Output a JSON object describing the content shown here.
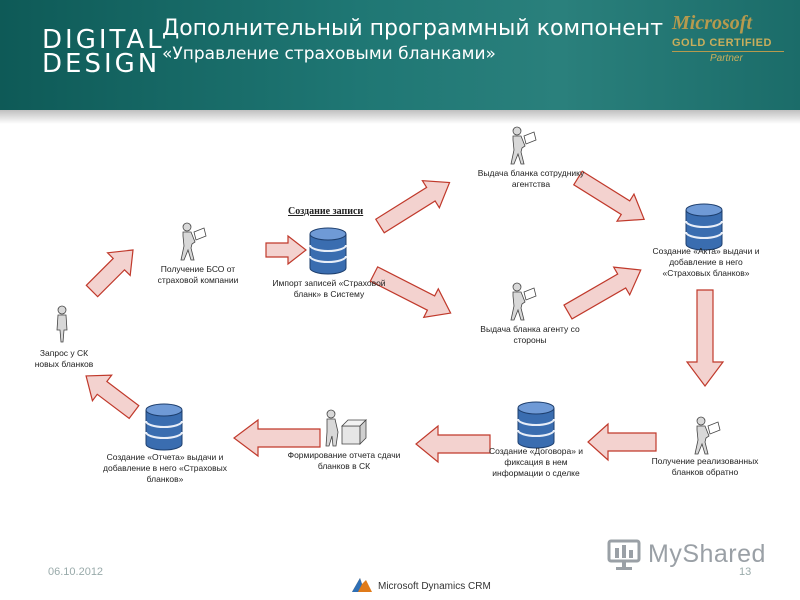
{
  "header": {
    "logo_line1": "DIGITAL",
    "logo_line2": "DESIGN",
    "title": "Дополнительный программный компонент",
    "subtitle": "«Управление страховыми бланками»",
    "badge_brand": "Microsoft",
    "badge_level": "GOLD CERTIFIED",
    "badge_partner": "Partner"
  },
  "diagram": {
    "heading": "Создание записи",
    "nodes": {
      "request": "Запрос у СК новых бланков",
      "receive_bso": "Получение БСО от страховой компании",
      "import": "Импорт записей «Страховой бланк» в Систему",
      "issue_employee": "Выдача бланка сотруднику агентства",
      "issue_agent": "Выдача бланка агенту со стороны",
      "act": "Создание «Акта» выдачи и добавление в него «Страховых бланков»",
      "receive_sold": "Получение реализованных бланков обратно",
      "contract": "Создание «Договора» и фиксация в нем информации о сделке",
      "report_form": "Формирование отчета сдачи бланков в СК",
      "report_create": "Создание «Отчета» выдачи и добавление в него «Страховых бланков»"
    }
  },
  "footer": {
    "date": "06.10.2012",
    "page": "13",
    "product": "Microsoft Dynamics",
    "product_suffix": "CRM",
    "watermark": "MyShared"
  },
  "colors": {
    "header_teal": "#1f7774",
    "arrow_fill": "#f3d2cf",
    "arrow_stroke": "#c0392b",
    "db_blue": "#2e5e9e",
    "gold": "#b69a4e"
  }
}
